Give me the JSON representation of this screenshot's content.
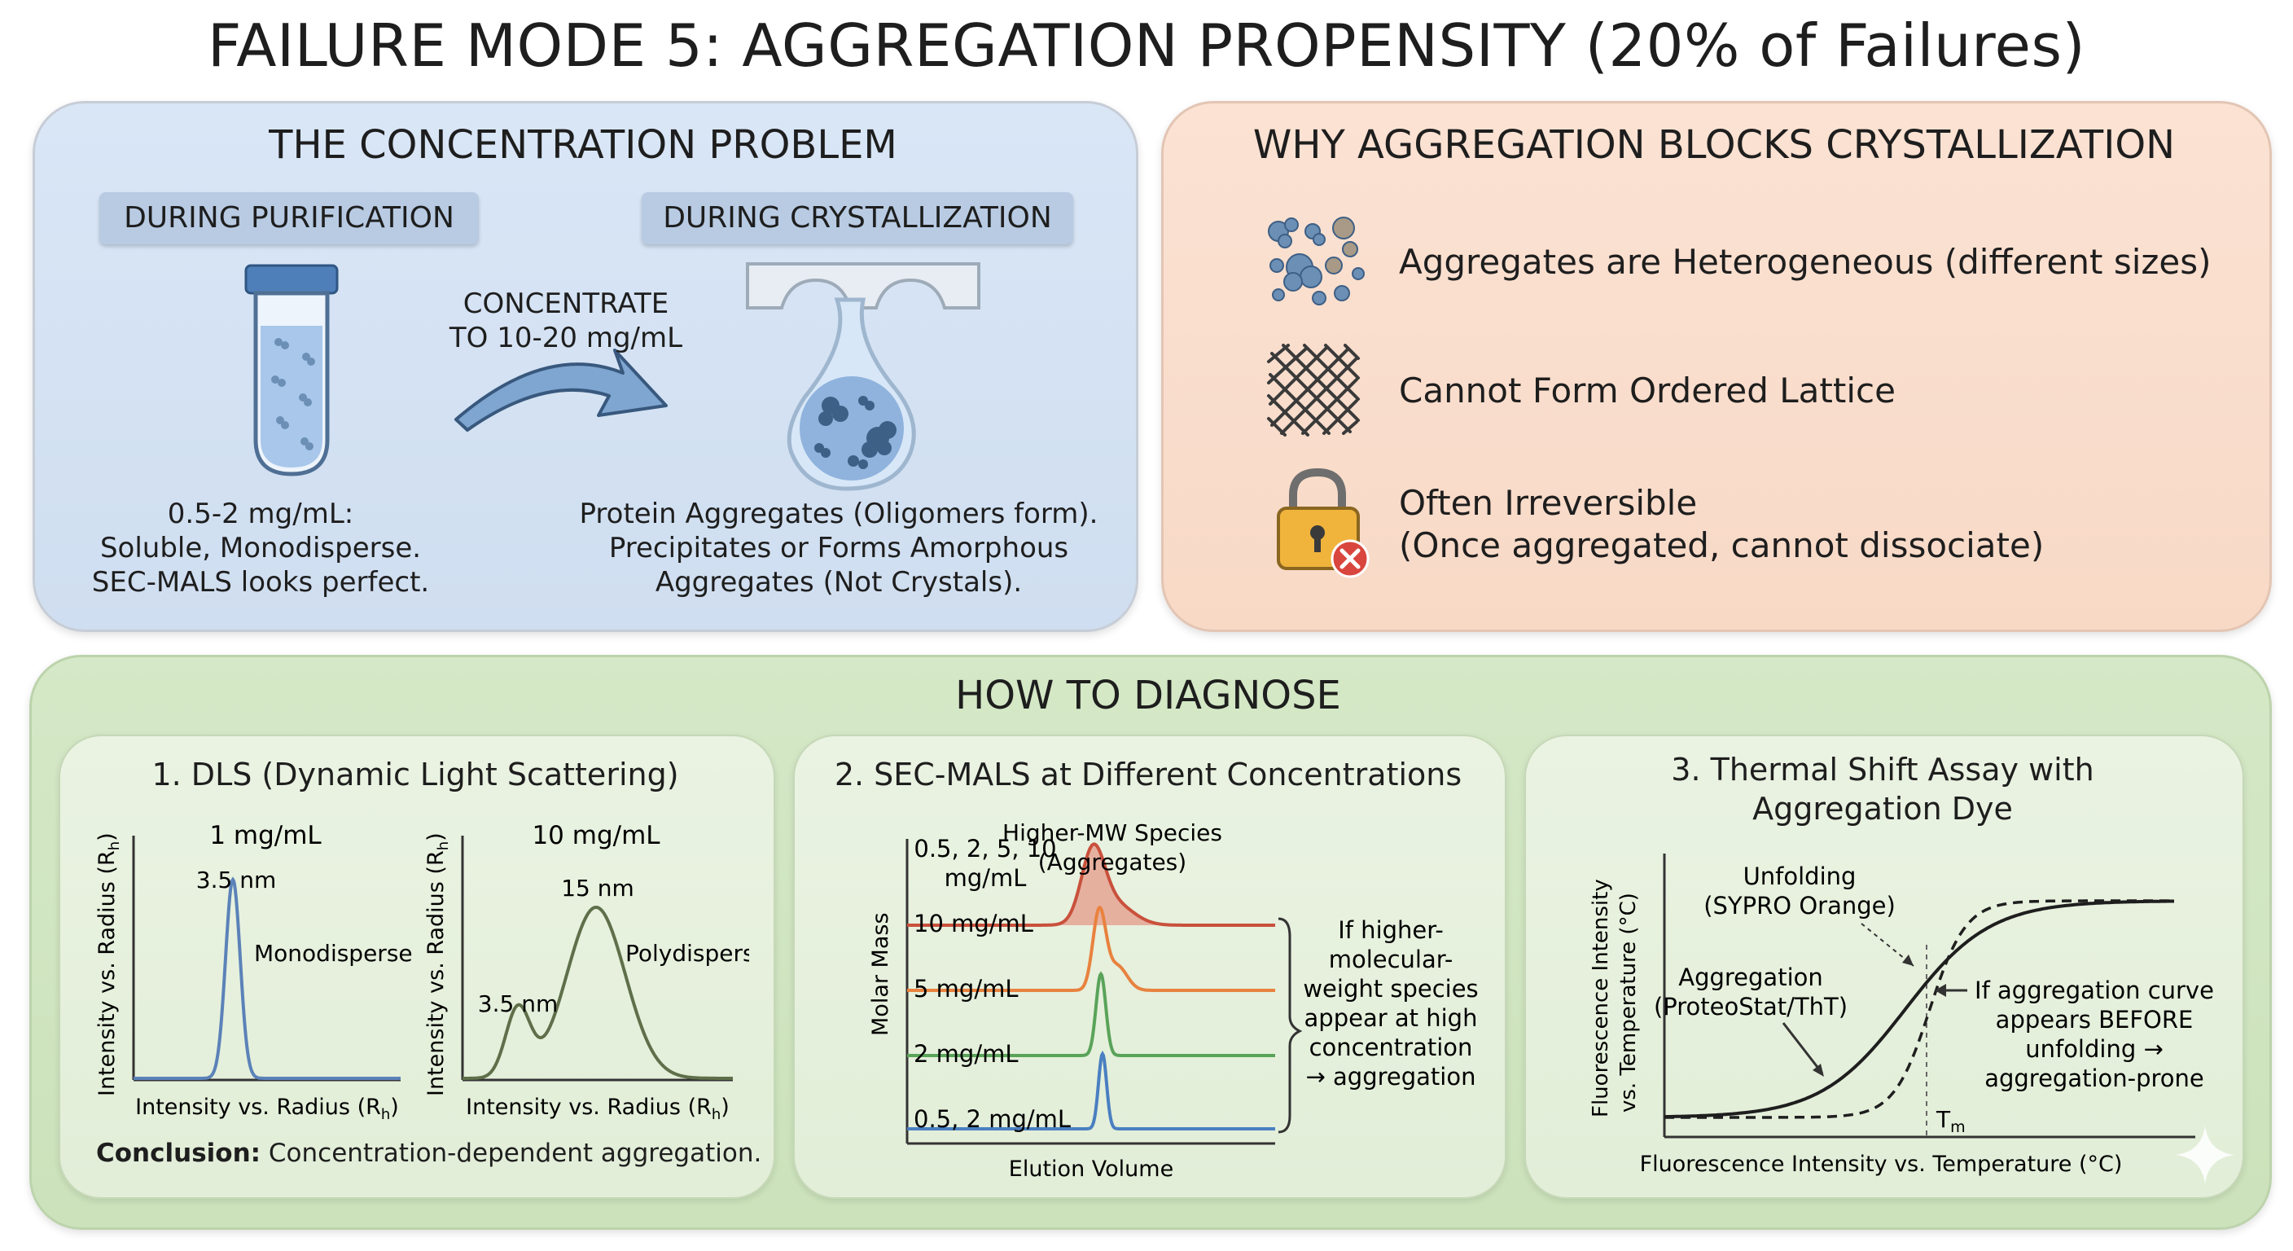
{
  "title": "FAILURE MODE 5: AGGREGATION PROPENSITY (20% of Failures)",
  "concentration": {
    "heading": "THE CONCENTRATION PROBLEM",
    "purification_tag": "DURING PURIFICATION",
    "crystallization_tag": "DURING CRYSTALLIZATION",
    "arrow_label": [
      "CONCENTRATE",
      "TO 10-20 mg/mL"
    ],
    "purification_caption": [
      "0.5-2 mg/mL:",
      "Soluble, Monodisperse.",
      "SEC-MALS looks perfect."
    ],
    "crystallization_caption": [
      "Protein Aggregates (Oligomers form).",
      "Precipitates or Forms Amorphous",
      "Aggregates (Not Crystals)."
    ]
  },
  "why": {
    "heading": "WHY AGGREGATION BLOCKS CRYSTALLIZATION",
    "reasons": [
      {
        "icon": "aggregate-cluster-icon",
        "lines": [
          "Aggregates are Heterogeneous (different sizes)"
        ]
      },
      {
        "icon": "disordered-lattice-icon",
        "lines": [
          "Cannot Form Ordered Lattice"
        ]
      },
      {
        "icon": "padlock-icon",
        "lines": [
          "Often Irreversible",
          "(Once aggregated, cannot dissociate)"
        ]
      }
    ]
  },
  "diagnose": {
    "heading": "HOW TO DIAGNOSE",
    "dls": {
      "heading": "1. DLS (Dynamic Light Scattering)",
      "left_title": "1 mg/mL",
      "right_title": "10 mg/mL",
      "axis_label": "Intensity vs. Radius (R",
      "axis_sub": "h",
      "axis_close": ")",
      "peak_left": "3.5 nm",
      "peak_right_small": "3.5 nm",
      "peak_right_big": "15 nm",
      "mono": "Monodisperse",
      "poly": "Polydisperse",
      "conclusion_bold": "Conclusion:",
      "conclusion": " Concentration-dependent aggregation."
    },
    "secmals": {
      "heading": "2. SEC-MALS at Different Concentrations",
      "legend": [
        "0.5, 2, 5, 10",
        "mg/mL"
      ],
      "species": [
        "Higher-MW Species",
        "(Aggregates)"
      ],
      "traces": [
        "10 mg/mL",
        "5 mg/mL",
        "2 mg/mL",
        "0.5, 2 mg/mL"
      ],
      "ylabel": "Molar Mass",
      "xlabel": "Elution Volume",
      "note": [
        "If higher-",
        "molecular-",
        "weight species",
        "appear at high",
        "concentration",
        "→ aggregation"
      ]
    },
    "tsa": {
      "heading": [
        "3. Thermal Shift Assay with",
        "Aggregation Dye"
      ],
      "ylabel": [
        "Fluorescence Intensity",
        "vs. Temperature (°C)"
      ],
      "xlabel": "Fluorescence Intensity vs. Temperature (°C)",
      "unfolding": [
        "Unfolding",
        "(SYPRO Orange)"
      ],
      "aggregation": [
        "Aggregation",
        "(ProteoStat/ThT)"
      ],
      "note": [
        "If aggregation curve",
        "appears BEFORE",
        "unfolding →",
        "aggregation-prone"
      ],
      "tm": "T",
      "tm_sub": "m"
    }
  },
  "colors": {
    "blue_panel": "#d6e4f5",
    "peach_panel": "#f9dccb",
    "green_panel": "#d0e5c1",
    "trace_10": "#c9513c",
    "trace_5": "#e8823f",
    "trace_2": "#5aa35a",
    "trace_05": "#4a7fc1",
    "dls_mono": "#5b82b8",
    "dls_poly": "#5f6f4a"
  }
}
